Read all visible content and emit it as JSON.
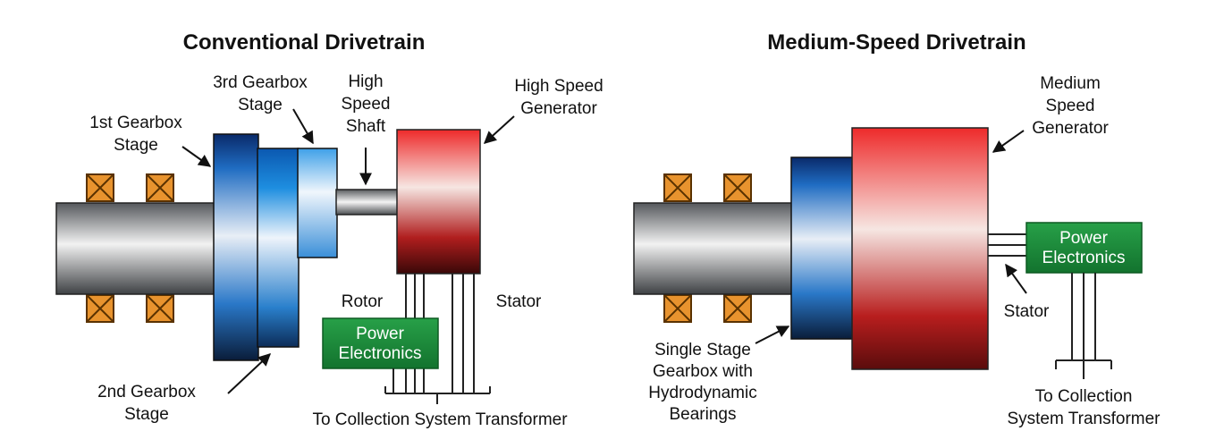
{
  "left": {
    "title": "Conventional Drivetrain",
    "labels": {
      "gearbox_1st": [
        "1st Gearbox",
        "Stage"
      ],
      "gearbox_2nd": [
        "2nd Gearbox",
        "Stage"
      ],
      "gearbox_3rd": [
        "3rd Gearbox",
        "Stage"
      ],
      "shaft": [
        "High",
        "Speed",
        "Shaft"
      ],
      "generator": [
        "High Speed",
        "Generator"
      ],
      "rotor": "Rotor",
      "stator": "Stator",
      "power_electronics": [
        "Power",
        "Electronics"
      ],
      "transformer": "To Collection System Transformer"
    }
  },
  "right": {
    "title": "Medium-Speed Drivetrain",
    "labels": {
      "generator": [
        "Medium",
        "Speed",
        "Generator"
      ],
      "power_electronics": [
        "Power",
        "Electronics"
      ],
      "stator": "Stator",
      "gearbox": [
        "Single Stage",
        "Gearbox with",
        "Hydrodynamic",
        "Bearings"
      ],
      "transformer": [
        "To Collection",
        "System Transformer"
      ]
    }
  },
  "colors": {
    "bearing_fill": "#e8932e",
    "bearing_stroke": "#5a3200",
    "power_electronics": "#1f8a3c",
    "generator_red": "#e8222a",
    "gearbox_blue": "#1c6fc0"
  }
}
